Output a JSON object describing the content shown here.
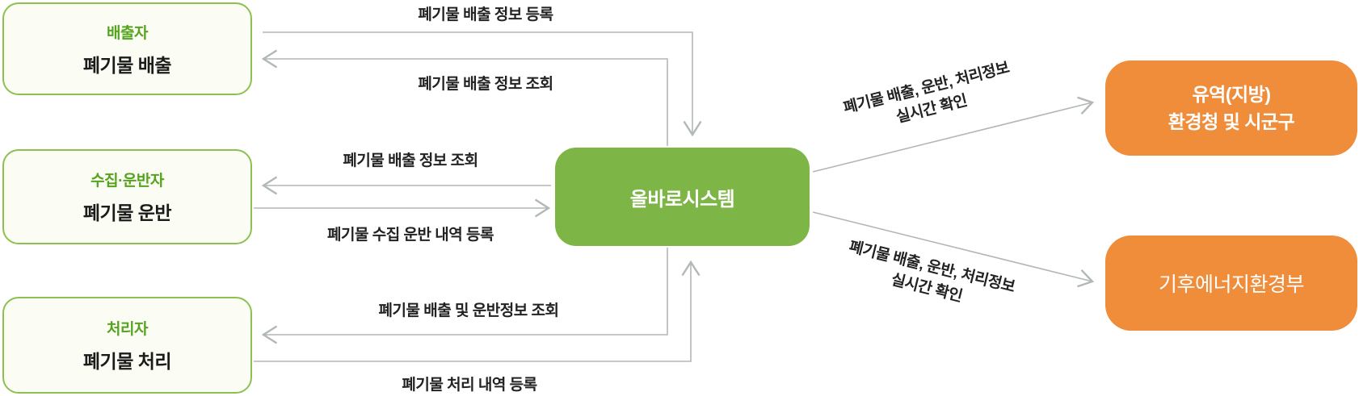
{
  "actors": [
    {
      "role": "배출자",
      "action": "폐기물 배출"
    },
    {
      "role": "수집·운반자",
      "action": "폐기물 운반"
    },
    {
      "role": "처리자",
      "action": "폐기물 처리"
    }
  ],
  "system": {
    "name": "올바로시스템"
  },
  "agencies": {
    "regional": {
      "line1": "유역(지방)",
      "line2": "환경청 및 시군구"
    },
    "ministry": {
      "name": "기후에너지환경부"
    }
  },
  "flows": {
    "emit_register": "폐기물 배출 정보 등록",
    "emit_view": "폐기물 배출 정보 조회",
    "transport_view": "폐기물 배출 정보 조회",
    "transport_register": "폐기물 수집 운반 내역 등록",
    "treat_view": "폐기물 배출 및 운반정보 조회",
    "treat_register": "폐기물 처리 내역 등록",
    "monitor_line1": "폐기물 배출, 운반, 처리정보",
    "monitor_line2": "실시간 확인"
  },
  "colors": {
    "system_green": "#7db546",
    "actor_border_green": "#8cc152",
    "actor_fill": "#fbfdf4",
    "role_text_green": "#55a31e",
    "agency_orange": "#ef8d3b",
    "arrow_gray": "#b2b7b7"
  }
}
